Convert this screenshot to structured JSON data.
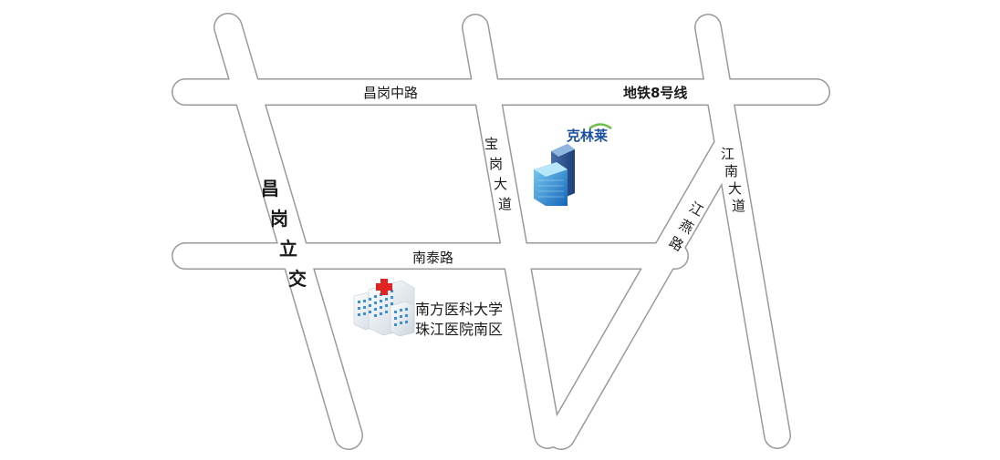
{
  "roads": {
    "changgang_middle": "昌岗中路",
    "metro_line_8": "地铁8号线",
    "nantai": "南泰路",
    "baogang_avenue": "宝岗大道",
    "jiangnan_avenue": "江南大道",
    "jiangyan": "江燕路",
    "changgang_overpass": "昌岗立交"
  },
  "pois": {
    "hotel": {
      "brand": "克林莱",
      "icon": "office-building-icon"
    },
    "hospital": {
      "name_line1": "南方医科大学",
      "name_line2": "珠江医院南区",
      "icon": "hospital-building-icon"
    }
  },
  "colors": {
    "road_outline": "#9a9a9a",
    "road_fill": "#ffffff",
    "label_text": "#1a1a1a",
    "brand_text": "#1a4fa0",
    "brand_arc": "#6cc04a",
    "building_blue": "#1e8fd8",
    "hospital_cross": "#e02424"
  }
}
